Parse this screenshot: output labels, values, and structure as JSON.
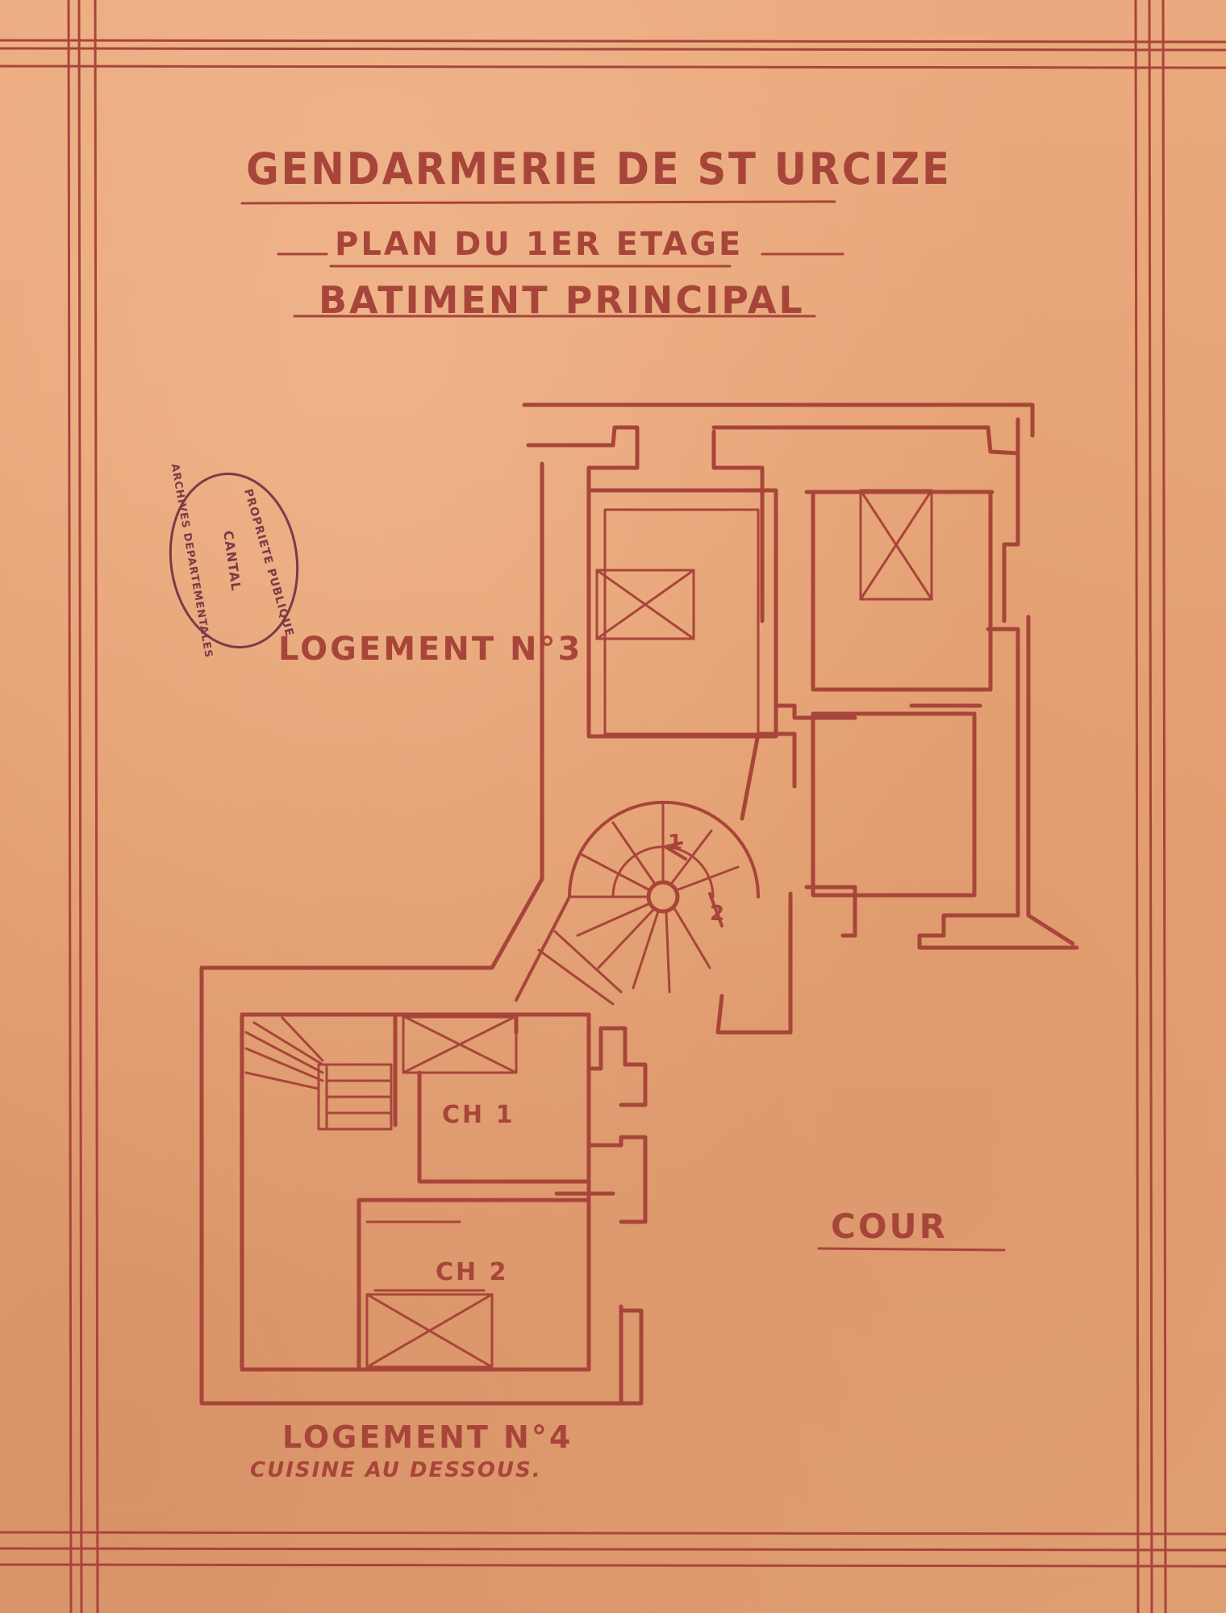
{
  "drawing": {
    "title": "GENDARMERIE DE ST URCIZE",
    "subtitle": "PLAN DU 1ER ETAGE",
    "building": "BATIMENT PRINCIPAL",
    "label_logement_3": "LOGEMENT N°3",
    "label_logement_4": "LOGEMENT N°4",
    "note_logement_4": "CUISINE AU DESSOUS.",
    "room_ch1": "CH 1",
    "room_ch2": "CH 2",
    "label_cour": "COUR",
    "stair_marks": [
      "1",
      "2"
    ]
  },
  "stamp": {
    "top_text": "PROPRIETE PUBLIQUE",
    "center_text": "CANTAL",
    "side_text": "ARCHIVES DEPARTEMENTALES"
  },
  "colors": {
    "paper": "#e8a77a",
    "ink": "#a8453a",
    "stamp_ink": "#7a3a48"
  }
}
